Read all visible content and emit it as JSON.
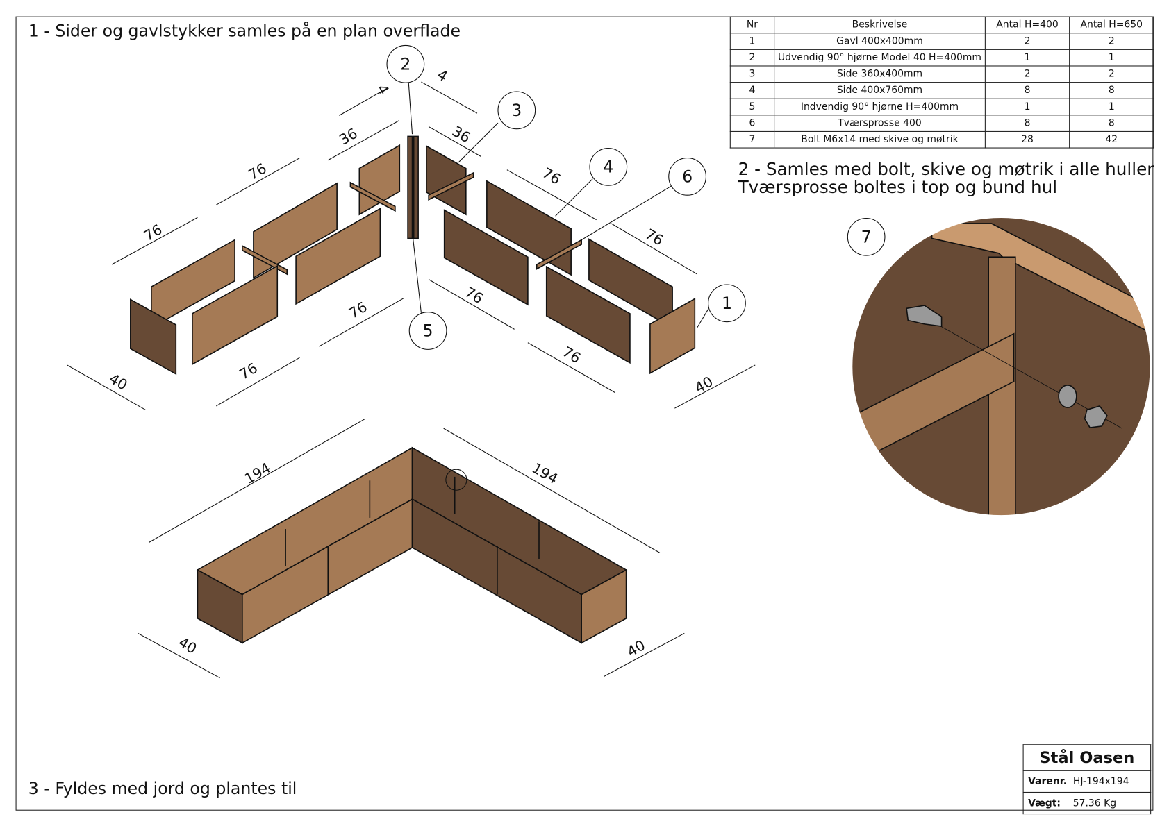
{
  "steps": {
    "step1": "1 - Sider og gavlstykker samles på en plan overflade",
    "step2_line1": "2 - Samles med bolt, skive og møtrik i alle huller",
    "step2_line2": "Tværsprosse boltes i top og bund hul",
    "step3": "3 - Fyldes med jord og plantes til"
  },
  "bom": {
    "headers": [
      "Nr",
      "Beskrivelse",
      "Antal H=400",
      "Antal H=650"
    ],
    "rows": [
      [
        "1",
        "Gavl 400x400mm",
        "2",
        "2"
      ],
      [
        "2",
        "Udvendig 90° hjørne Model 40 H=400mm",
        "1",
        "1"
      ],
      [
        "3",
        "Side 360x400mm",
        "2",
        "2"
      ],
      [
        "4",
        "Side 400x760mm",
        "8",
        "8"
      ],
      [
        "5",
        "Indvendig 90° hjørne H=400mm",
        "1",
        "1"
      ],
      [
        "6",
        "Tværsprosse 400",
        "8",
        "8"
      ],
      [
        "7",
        "Bolt M6x14 med skive og møtrik",
        "28",
        "42"
      ]
    ]
  },
  "title_block": {
    "company": "Stål Oasen",
    "varenr_label": "Varenr.",
    "varenr": "HJ-194x194",
    "vaegt_label": "Vægt:",
    "vaegt": "57.36 Kg"
  },
  "balloons": [
    "1",
    "2",
    "3",
    "4",
    "5",
    "6",
    "7"
  ],
  "dims": [
    "4",
    "4",
    "36",
    "36",
    "76",
    "76",
    "40",
    "76",
    "76",
    "76",
    "76",
    "76",
    "76",
    "40",
    "194",
    "194",
    "40",
    "40"
  ],
  "colors": {
    "panel_light": "#a57a55",
    "panel_dark": "#674a35",
    "line": "#111111"
  }
}
